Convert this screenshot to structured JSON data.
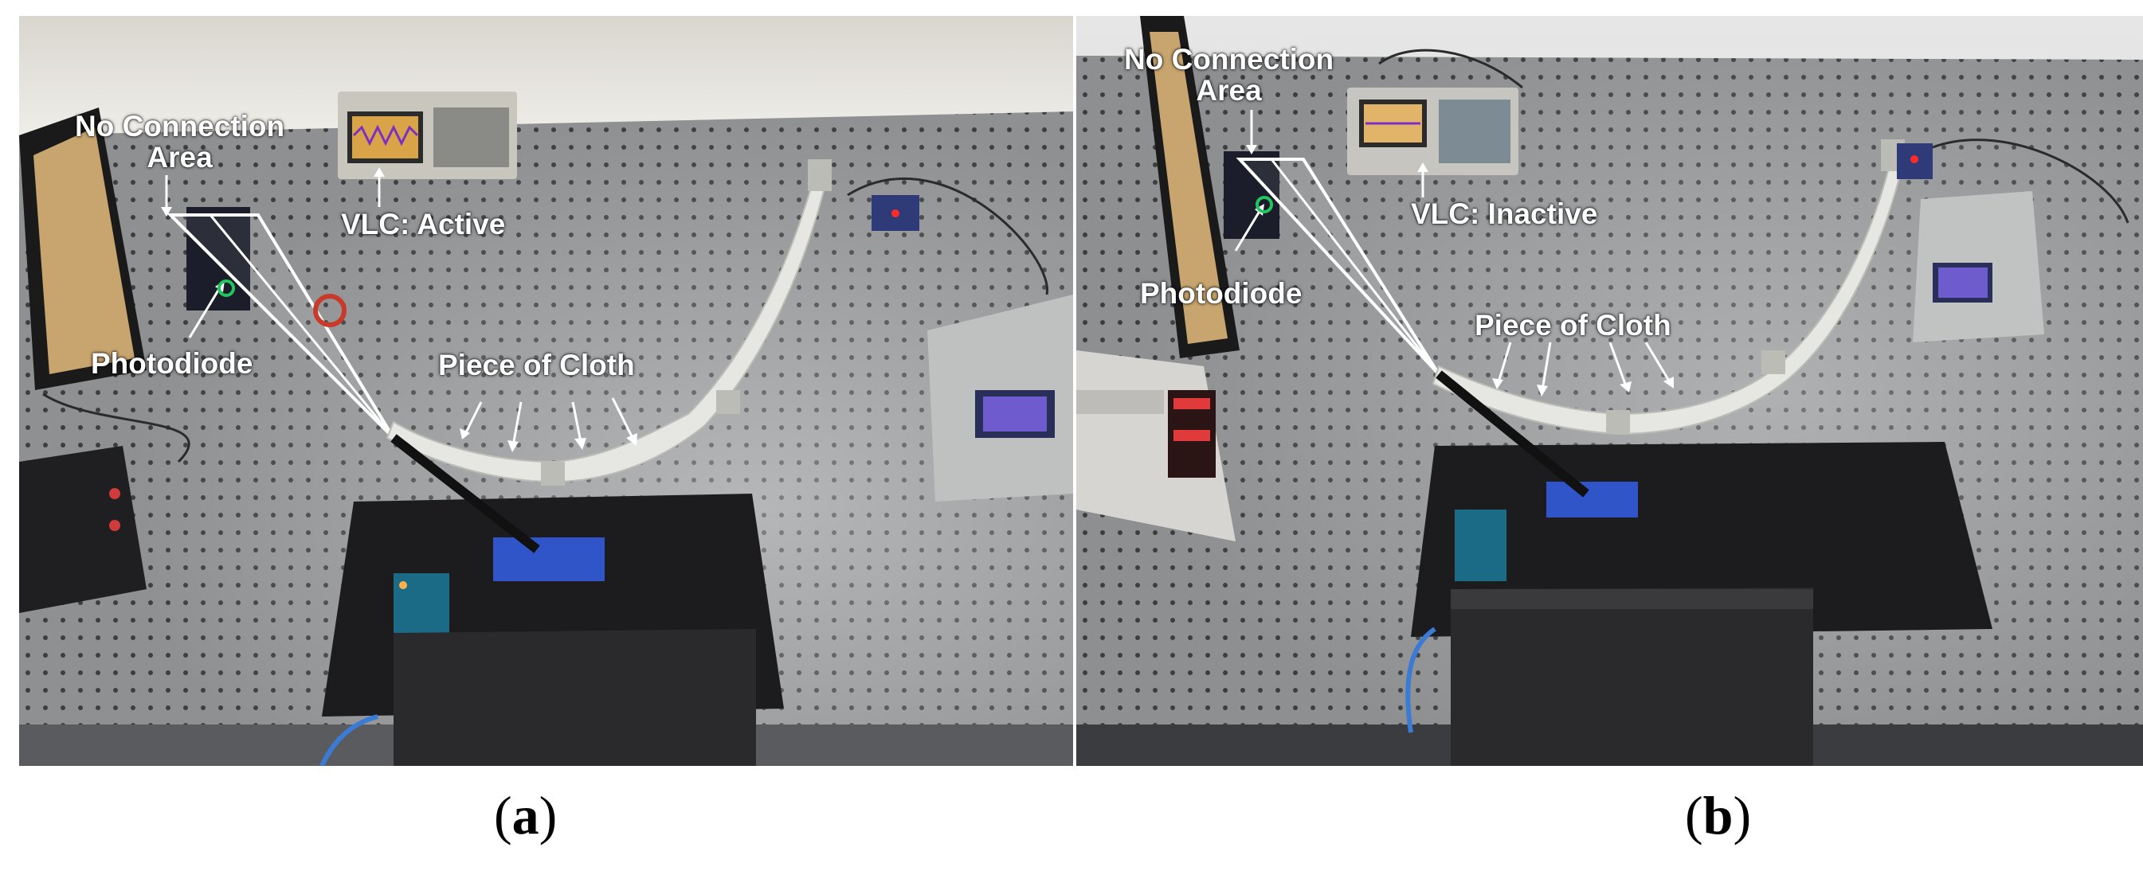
{
  "colors": {
    "table": "#8e8f91",
    "wall": "#e9e7e2",
    "label_text": "#ffffff",
    "marker": "#22c55e",
    "caption": "#000000"
  },
  "panels": [
    {
      "id": "a",
      "caption_letter": "a",
      "labels": {
        "no_connection_line1": "No Connection",
        "no_connection_line2": "Area",
        "vlc_status": "VLC: Active",
        "photodiode": "Photodiode",
        "cloth": "Piece of Cloth"
      }
    },
    {
      "id": "b",
      "caption_letter": "b",
      "labels": {
        "no_connection_line1": "No Connection",
        "no_connection_line2": "Area",
        "vlc_status": "VLC: Inactive",
        "photodiode": "Photodiode",
        "cloth": "Piece of Cloth"
      }
    }
  ]
}
